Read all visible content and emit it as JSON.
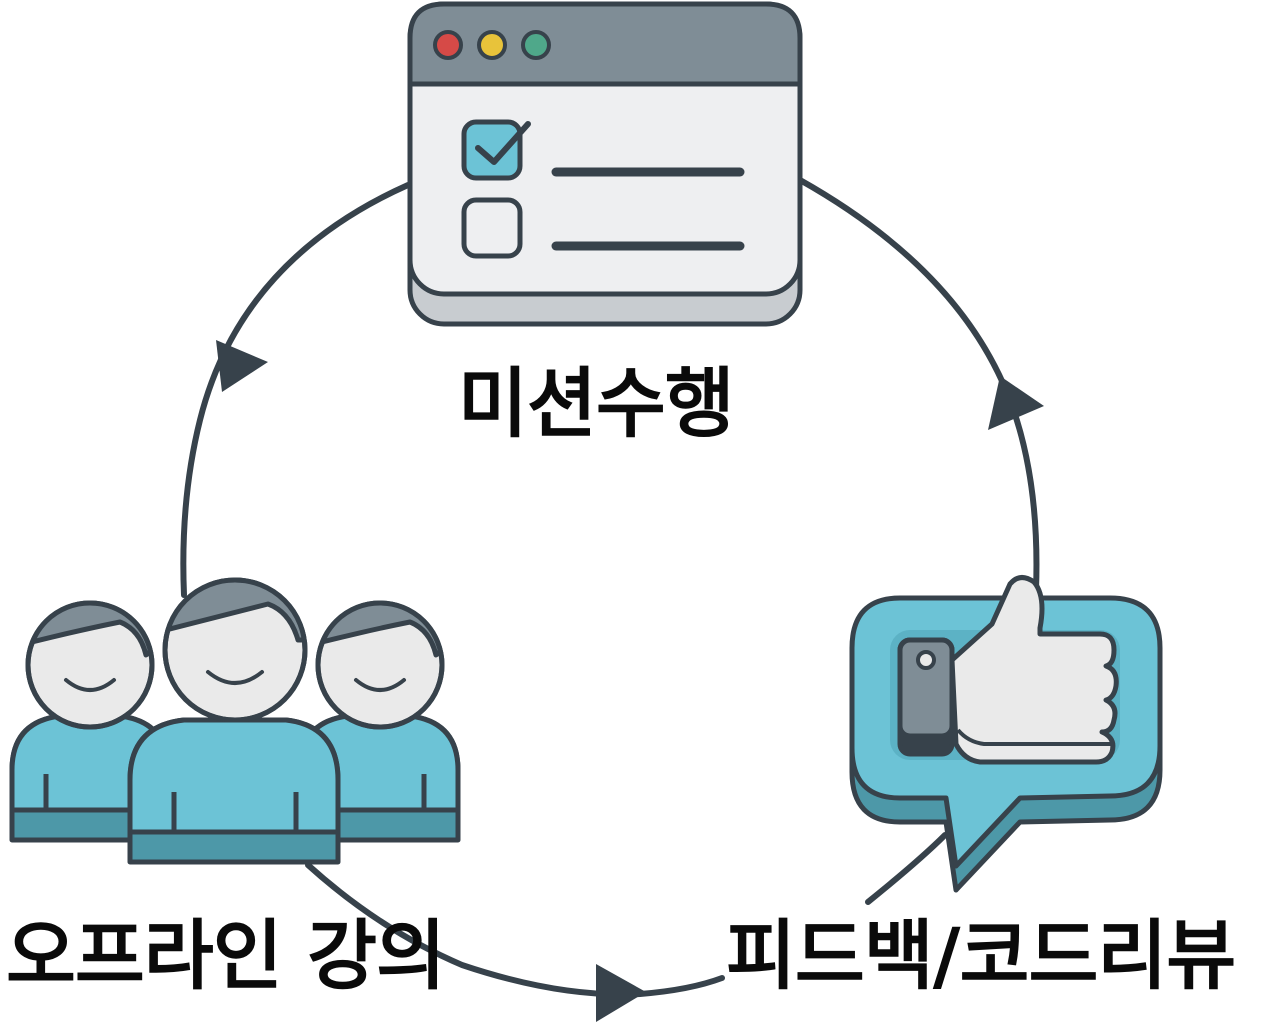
{
  "labels": {
    "mission": "미션수행",
    "offline_lecture": "오프라인 강의",
    "feedback_review": "피드백/코드리뷰"
  },
  "colors": {
    "outline": "#37424b",
    "window_header": "#7f8d96",
    "window_body": "#eeeff1",
    "window_base": "#c8ccd0",
    "accent_blue": "#6cc3d6",
    "accent_blue_dark": "#4d98a8",
    "skin": "#eaeaea",
    "hair": "#7f8d96",
    "dot_red": "#d64a47",
    "dot_yellow": "#e8c33a",
    "dot_green": "#4fa88a"
  },
  "icons": [
    "browser-checklist-icon",
    "people-group-icon",
    "thumbs-up-bubble-icon"
  ]
}
